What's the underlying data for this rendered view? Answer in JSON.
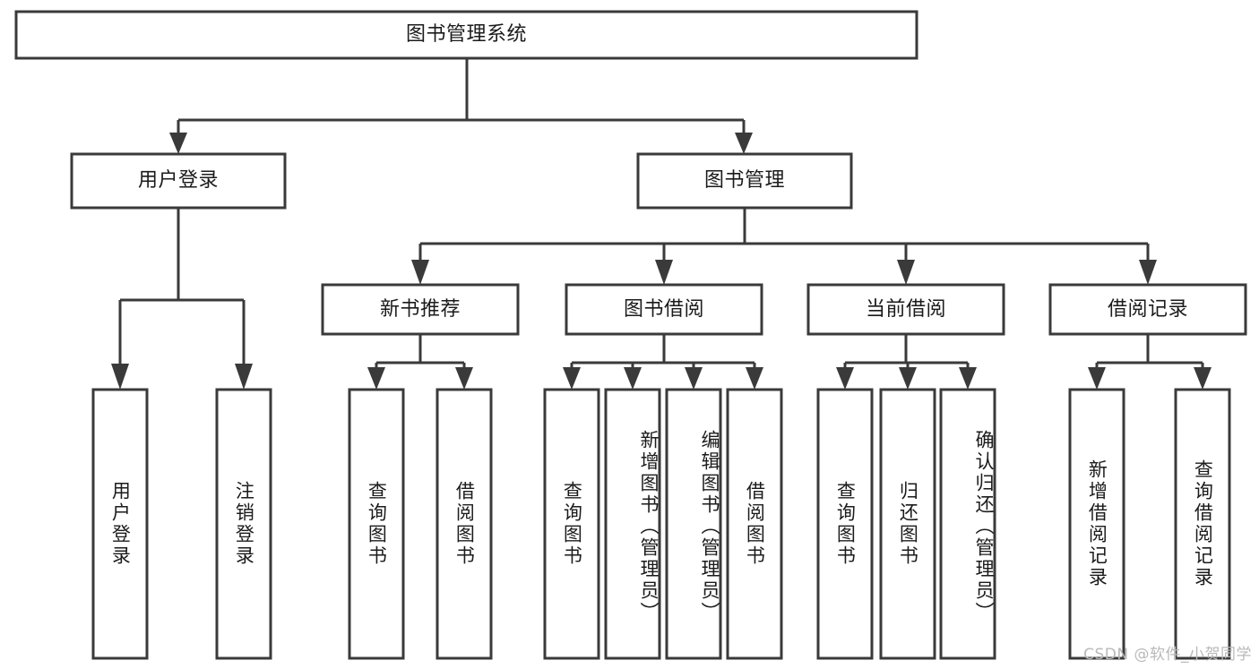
{
  "diagram": {
    "type": "tree-hierarchy-chart",
    "title": "图书管理系统",
    "watermark": "CSDN @软件_小贺同学",
    "colors": {
      "box_stroke": "#3a3a3a",
      "box_fill": "#ffffff",
      "text": "#1b1b1b",
      "background": "#ffffff",
      "watermark": "#b9b9b9"
    },
    "levels": [
      {
        "level": 1,
        "nodes": [
          {
            "id": "root",
            "label": "图书管理系统",
            "orientation": "horizontal"
          }
        ]
      },
      {
        "level": 2,
        "nodes": [
          {
            "id": "user-login",
            "label": "用户登录",
            "orientation": "horizontal",
            "parent": "root"
          },
          {
            "id": "book-manage",
            "label": "图书管理",
            "orientation": "horizontal",
            "parent": "root"
          }
        ]
      },
      {
        "level": 3,
        "nodes": [
          {
            "id": "new-book-rec",
            "label": "新书推荐",
            "orientation": "horizontal",
            "parent": "book-manage"
          },
          {
            "id": "book-borrow",
            "label": "图书借阅",
            "orientation": "horizontal",
            "parent": "book-manage"
          },
          {
            "id": "current-borrow",
            "label": "当前借阅",
            "orientation": "horizontal",
            "parent": "book-manage"
          },
          {
            "id": "borrow-record",
            "label": "借阅记录",
            "orientation": "horizontal",
            "parent": "book-manage"
          }
        ]
      },
      {
        "level": 4,
        "nodes": [
          {
            "id": "leaf-user-login",
            "label": "用户登录",
            "orientation": "vertical",
            "parent": "user-login"
          },
          {
            "id": "leaf-user-logout",
            "label": "注销登录",
            "orientation": "vertical",
            "parent": "user-login"
          },
          {
            "id": "leaf-query-book-1",
            "label": "查询图书",
            "orientation": "vertical",
            "parent": "new-book-rec"
          },
          {
            "id": "leaf-borrow-book-1",
            "label": "借阅图书",
            "orientation": "vertical",
            "parent": "new-book-rec"
          },
          {
            "id": "leaf-query-book-2",
            "label": "查询图书",
            "orientation": "vertical",
            "parent": "book-borrow"
          },
          {
            "id": "leaf-add-book",
            "label": "新增图书（管理员）",
            "orientation": "vertical",
            "parent": "book-borrow"
          },
          {
            "id": "leaf-edit-book",
            "label": "编辑图书（管理员）",
            "orientation": "vertical",
            "parent": "book-borrow"
          },
          {
            "id": "leaf-borrow-book-2",
            "label": "借阅图书",
            "orientation": "vertical",
            "parent": "book-borrow"
          },
          {
            "id": "leaf-query-book-3",
            "label": "查询图书",
            "orientation": "vertical",
            "parent": "current-borrow"
          },
          {
            "id": "leaf-return-book",
            "label": "归还图书",
            "orientation": "vertical",
            "parent": "current-borrow"
          },
          {
            "id": "leaf-confirm-return",
            "label": "确认归还（管理员）",
            "orientation": "vertical",
            "parent": "current-borrow"
          },
          {
            "id": "leaf-add-record",
            "label": "新增借阅记录",
            "orientation": "vertical",
            "parent": "borrow-record"
          },
          {
            "id": "leaf-query-record",
            "label": "查询借阅记录",
            "orientation": "vertical",
            "parent": "borrow-record"
          }
        ]
      }
    ],
    "labels": {
      "root": "图书管理系统",
      "user_login": "用户登录",
      "book_manage": "图书管理",
      "new_book_rec": "新书推荐",
      "book_borrow": "图书借阅",
      "current_borrow": "当前借阅",
      "borrow_record": "借阅记录",
      "leaf_user_login": "用户登录",
      "leaf_user_logout": "注销登录",
      "leaf_query_book_1": "查询图书",
      "leaf_borrow_book_1": "借阅图书",
      "leaf_query_book_2": "查询图书",
      "leaf_add_book": "新增图书（管理员）",
      "leaf_edit_book": "编辑图书（管理员）",
      "leaf_borrow_book_2": "借阅图书",
      "leaf_query_book_3": "查询图书",
      "leaf_return_book": "归还图书",
      "leaf_confirm_return": "确认归还（管理员）",
      "leaf_add_record": "新增借阅记录",
      "leaf_query_record": "查询借阅记录"
    }
  }
}
